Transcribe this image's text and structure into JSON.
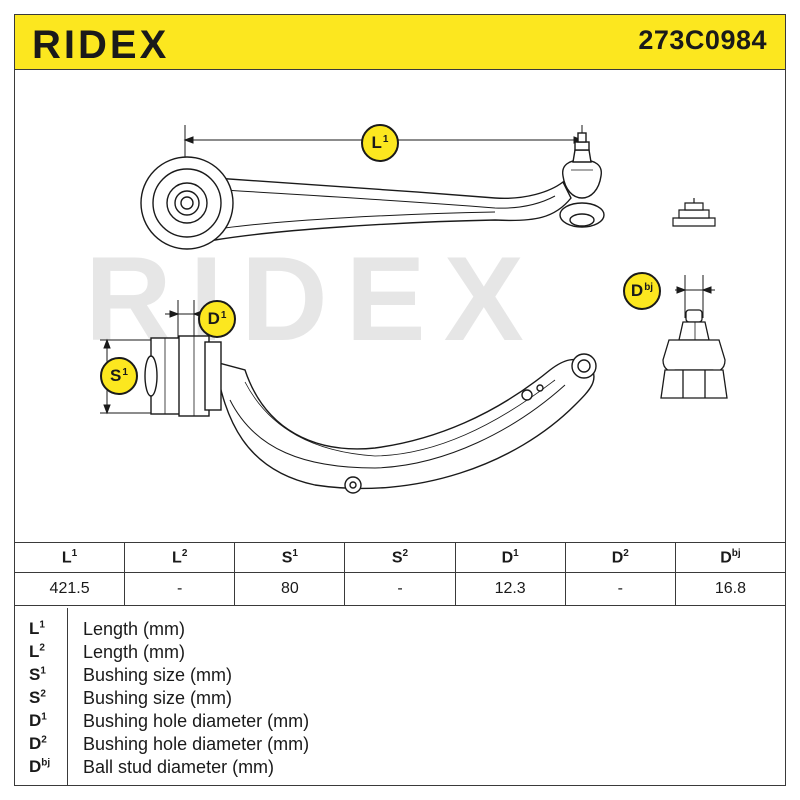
{
  "header": {
    "brand": "RIDEX",
    "part_number": "273C0984",
    "background_color": "#fce71f"
  },
  "drawing": {
    "watermark": "RIDEX",
    "badges": {
      "l1": {
        "letter": "L",
        "sup": "1"
      },
      "d1": {
        "letter": "D",
        "sup": "1"
      },
      "s1": {
        "letter": "S",
        "sup": "1"
      },
      "dbj": {
        "letter": "D",
        "sup": "bj"
      }
    }
  },
  "specs": {
    "headers": [
      {
        "letter": "L",
        "sup": "1"
      },
      {
        "letter": "L",
        "sup": "2"
      },
      {
        "letter": "S",
        "sup": "1"
      },
      {
        "letter": "S",
        "sup": "2"
      },
      {
        "letter": "D",
        "sup": "1"
      },
      {
        "letter": "D",
        "sup": "2"
      },
      {
        "letter": "D",
        "sup": "bj"
      }
    ],
    "values": [
      "421.5",
      "-",
      "80",
      "-",
      "12.3",
      "-",
      "16.8"
    ]
  },
  "legend": [
    {
      "letter": "L",
      "sup": "1",
      "desc": "Length (mm)"
    },
    {
      "letter": "L",
      "sup": "2",
      "desc": "Length (mm)"
    },
    {
      "letter": "S",
      "sup": "1",
      "desc": "Bushing size (mm)"
    },
    {
      "letter": "S",
      "sup": "2",
      "desc": "Bushing size (mm)"
    },
    {
      "letter": "D",
      "sup": "1",
      "desc": "Bushing hole diameter (mm)"
    },
    {
      "letter": "D",
      "sup": "2",
      "desc": "Bushing hole diameter (mm)"
    },
    {
      "letter": "D",
      "sup": "bj",
      "desc": "Ball stud diameter (mm)"
    }
  ]
}
